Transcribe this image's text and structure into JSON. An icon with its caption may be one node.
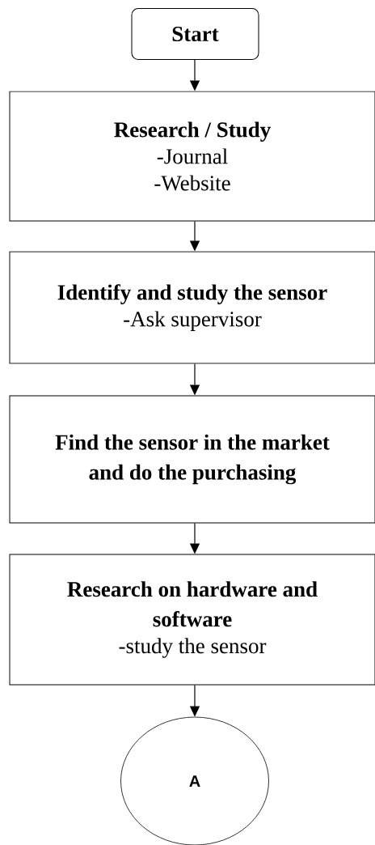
{
  "diagram": {
    "nodes": [
      {
        "text": [
          "Start"
        ]
      },
      {
        "text": [
          "Research / Study",
          "-Journal",
          "-Website"
        ]
      },
      {
        "text": [
          "Identify and study the sensor",
          "-Ask supervisor"
        ]
      },
      {
        "text": [
          "Find the sensor in the market and do the purchasing"
        ]
      },
      {
        "text": [
          "Research on hardware and software",
          "-study the sensor"
        ]
      },
      {
        "text": [
          "A"
        ]
      }
    ],
    "edges": [
      {
        "from": 0,
        "to": 1,
        "arrow": "to"
      },
      {
        "from": 1,
        "to": 2,
        "arrow": "to"
      },
      {
        "from": 2,
        "to": 3,
        "arrow": "to"
      },
      {
        "from": 3,
        "to": 4,
        "arrow": "to"
      },
      {
        "from": 4,
        "to": 5,
        "arrow": "to"
      }
    ]
  }
}
